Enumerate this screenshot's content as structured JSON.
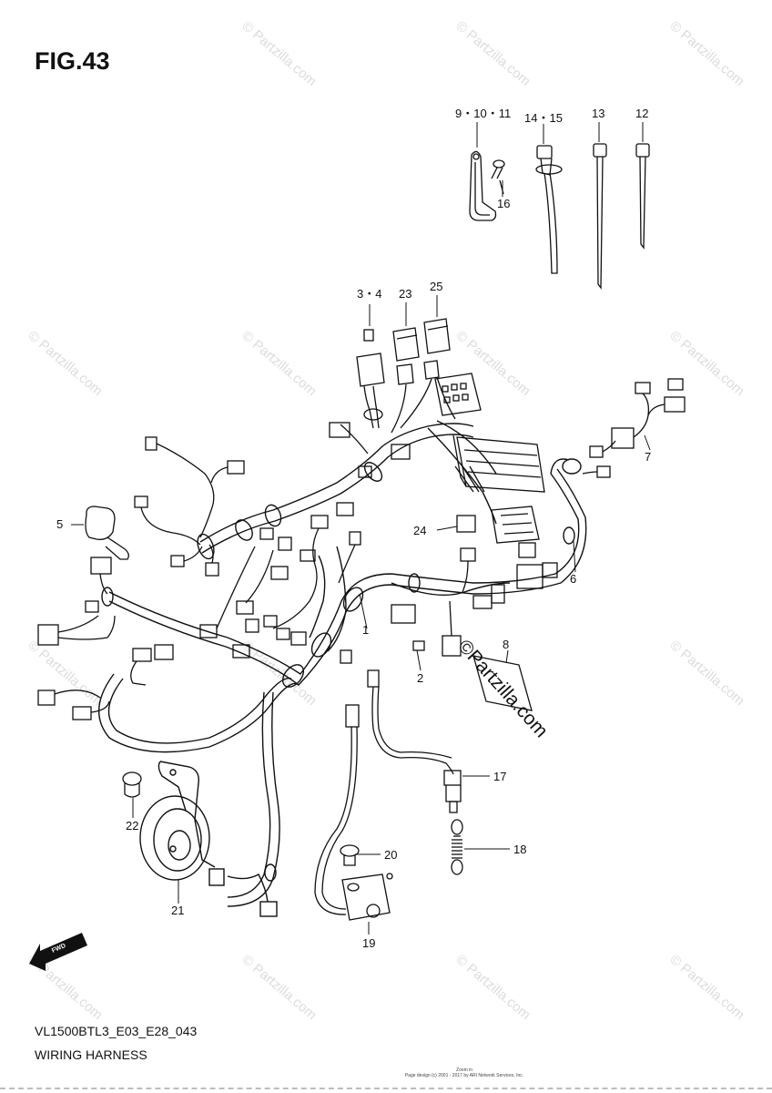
{
  "figure": {
    "title": "FIG.43",
    "model_code": "VL1500BTL3_E03_E28_043",
    "name": "WIRING HARNESS"
  },
  "watermark": {
    "text": "© Partzilla.com",
    "brand_text": "©Partzilla.com"
  },
  "direction_label": "FWD",
  "footer": {
    "line1": "Zoom in",
    "line2": "Page design (c) 2001 - 2017 by ARI Network Services, Inc."
  },
  "callouts": {
    "c1": "1",
    "c2": "2",
    "c3_4": "3・4",
    "c5": "5",
    "c6": "6",
    "c7": "7",
    "c8": "8",
    "c9_10_11": "9・10・11",
    "c12": "12",
    "c13": "13",
    "c14_15": "14・15",
    "c16": "16",
    "c17": "17",
    "c18": "18",
    "c19": "19",
    "c20": "20",
    "c21": "21",
    "c22": "22",
    "c23": "23",
    "c24": "24",
    "c25": "25"
  },
  "colors": {
    "line": "#111111",
    "watermark": "#dcdcdc",
    "background": "#ffffff"
  }
}
